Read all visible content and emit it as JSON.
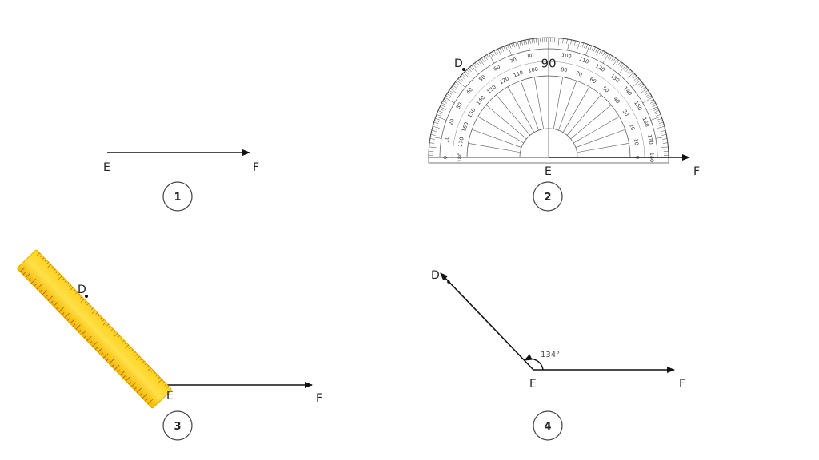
{
  "steps": [
    {
      "number": "1",
      "points": {
        "E": "E",
        "F": "F"
      }
    },
    {
      "number": "2",
      "points": {
        "D": "D",
        "E": "E",
        "F": "F"
      },
      "protractor": {
        "center_label": "90",
        "outer_scale": [
          "0",
          "10",
          "20",
          "30",
          "40",
          "50",
          "60",
          "70",
          "80",
          "100",
          "110",
          "120",
          "130",
          "140",
          "150",
          "160",
          "170",
          "180"
        ],
        "inner_scale": [
          "180",
          "170",
          "160",
          "150",
          "140",
          "130",
          "120",
          "110",
          "100",
          "80",
          "70",
          "60",
          "50",
          "40",
          "30",
          "20",
          "10",
          "0"
        ]
      }
    },
    {
      "number": "3",
      "points": {
        "D": "D",
        "E": "E",
        "F": "F"
      }
    },
    {
      "number": "4",
      "points": {
        "D": "D",
        "E": "E",
        "F": "F"
      },
      "angle_label": "134°",
      "angle_degrees": 134
    }
  ],
  "colors": {
    "ruler": "#f7c600",
    "ruler_ticks": "#b5542a",
    "line": "#111111"
  }
}
